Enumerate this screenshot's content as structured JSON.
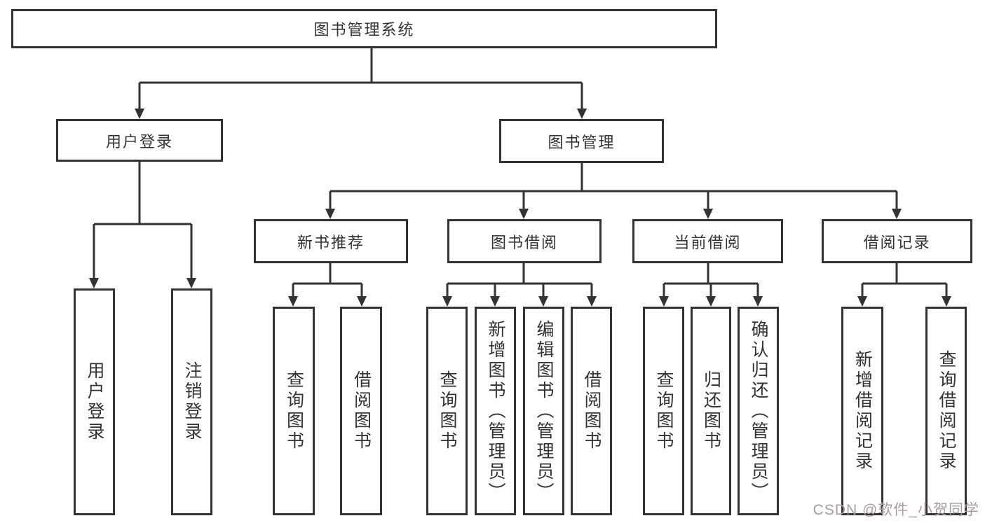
{
  "diagram": {
    "title": "图书管理系统",
    "root": {
      "label": "图书管理系统"
    },
    "branches": [
      {
        "label": "用户登录",
        "children": [
          {
            "label": "用户登录"
          },
          {
            "label": "注销登录"
          }
        ]
      },
      {
        "label": "图书管理",
        "children": [
          {
            "label": "新书推荐",
            "children": [
              {
                "label": "查询图书"
              },
              {
                "label": "借阅图书"
              }
            ]
          },
          {
            "label": "图书借阅",
            "children": [
              {
                "label": "查询图书"
              },
              {
                "label": "新增图书（管理员）"
              },
              {
                "label": "编辑图书（管理员）"
              },
              {
                "label": "借阅图书"
              }
            ]
          },
          {
            "label": "当前借阅",
            "children": [
              {
                "label": "查询图书"
              },
              {
                "label": "归还图书"
              },
              {
                "label": "确认归还（管理员）"
              }
            ]
          },
          {
            "label": "借阅记录",
            "children": [
              {
                "label": "新增借阅记录"
              },
              {
                "label": "查询借阅记录"
              }
            ]
          }
        ]
      }
    ]
  },
  "watermark": {
    "text": "CSDN @软件_小贺同学"
  },
  "colors": {
    "line": "#333333",
    "box_border": "#333333",
    "box_background": "#ffffff",
    "text": "#333333",
    "watermark": "#a89e9e",
    "page_background": "#ffffff"
  }
}
